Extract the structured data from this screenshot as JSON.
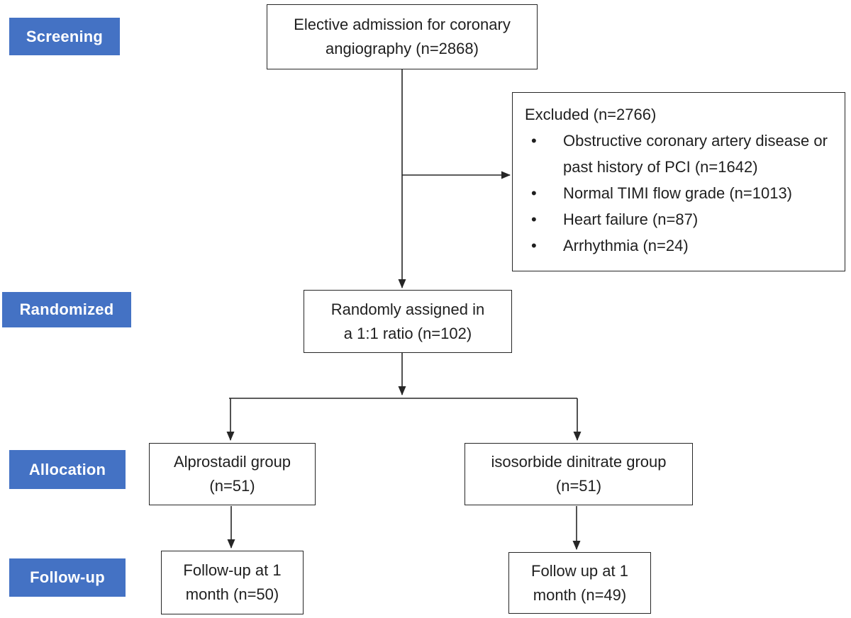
{
  "title": "CONSORT participant flow diagram",
  "colors": {
    "stage_bg": "#4472C4",
    "stage_text": "#ffffff",
    "box_border": "#262626",
    "line": "#262626",
    "text": "#1f1f1f",
    "background": "#ffffff"
  },
  "stages": [
    {
      "id": "screening",
      "label": "Screening"
    },
    {
      "id": "randomized",
      "label": "Randomized"
    },
    {
      "id": "allocation",
      "label": "Allocation"
    },
    {
      "id": "followup",
      "label": "Follow-up"
    }
  ],
  "boxes": {
    "admission": {
      "lines": [
        "Elective admission for coronary",
        "angiography (n=2868)"
      ]
    },
    "excluded": {
      "title": "Excluded (n=2766)",
      "bullet": "•",
      "items": [
        "Obstructive coronary artery disease or past history of PCI (n=1642)",
        "Normal TIMI flow grade (n=1013)",
        "Heart failure (n=87)",
        "Arrhythmia (n=24)"
      ]
    },
    "randomized": {
      "lines": [
        "Randomly assigned in",
        "a 1:1 ratio (n=102)"
      ]
    },
    "alprostadil": {
      "lines": [
        "Alprostadil group",
        "(n=51)"
      ]
    },
    "isosorbide": {
      "lines": [
        "isosorbide dinitrate group",
        "(n=51)"
      ]
    },
    "followup_left": {
      "lines": [
        "Follow-up at 1",
        "month (n=50)"
      ]
    },
    "followup_right": {
      "lines": [
        "Follow up at 1",
        "month (n=49)"
      ]
    }
  }
}
